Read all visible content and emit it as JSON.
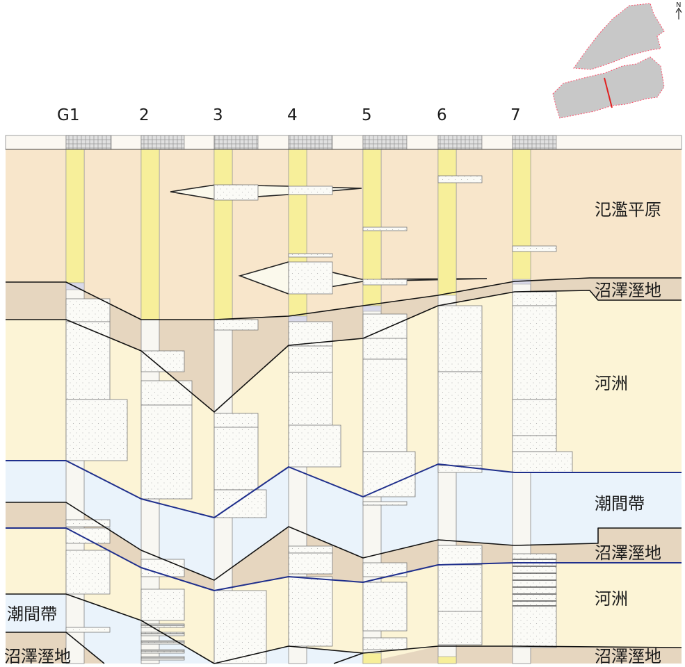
{
  "wells": [
    "G1",
    "2",
    "3",
    "4",
    "5",
    "6",
    "7"
  ],
  "north_label": "N",
  "facies_labels": {
    "floodplain": "氾濫平原",
    "marsh_upper": "沼澤溼地",
    "delta_upper": "河洲",
    "intertidal_right": "潮間帶",
    "marsh_middle": "沼澤溼地",
    "delta_lower": "河洲",
    "intertidal_left": "潮間帶",
    "marsh_bottom_left": "沼澤溼地",
    "marsh_bottom_right": "沼澤溼地"
  },
  "colors": {
    "floodplain": "#f8e6cb",
    "marsh": "#e6d6bf",
    "delta": "#fcf4d6",
    "intertidal": "#eaf3fb",
    "sand": "#f8f8f3",
    "core_yellow": "#f7ef9a",
    "gray_clay": "#d9d9e8",
    "blue_line": "#1f2f8c",
    "map_fill": "#c8c8c8",
    "map_outline": "#ff4d6a",
    "section_line": "#e02020"
  }
}
